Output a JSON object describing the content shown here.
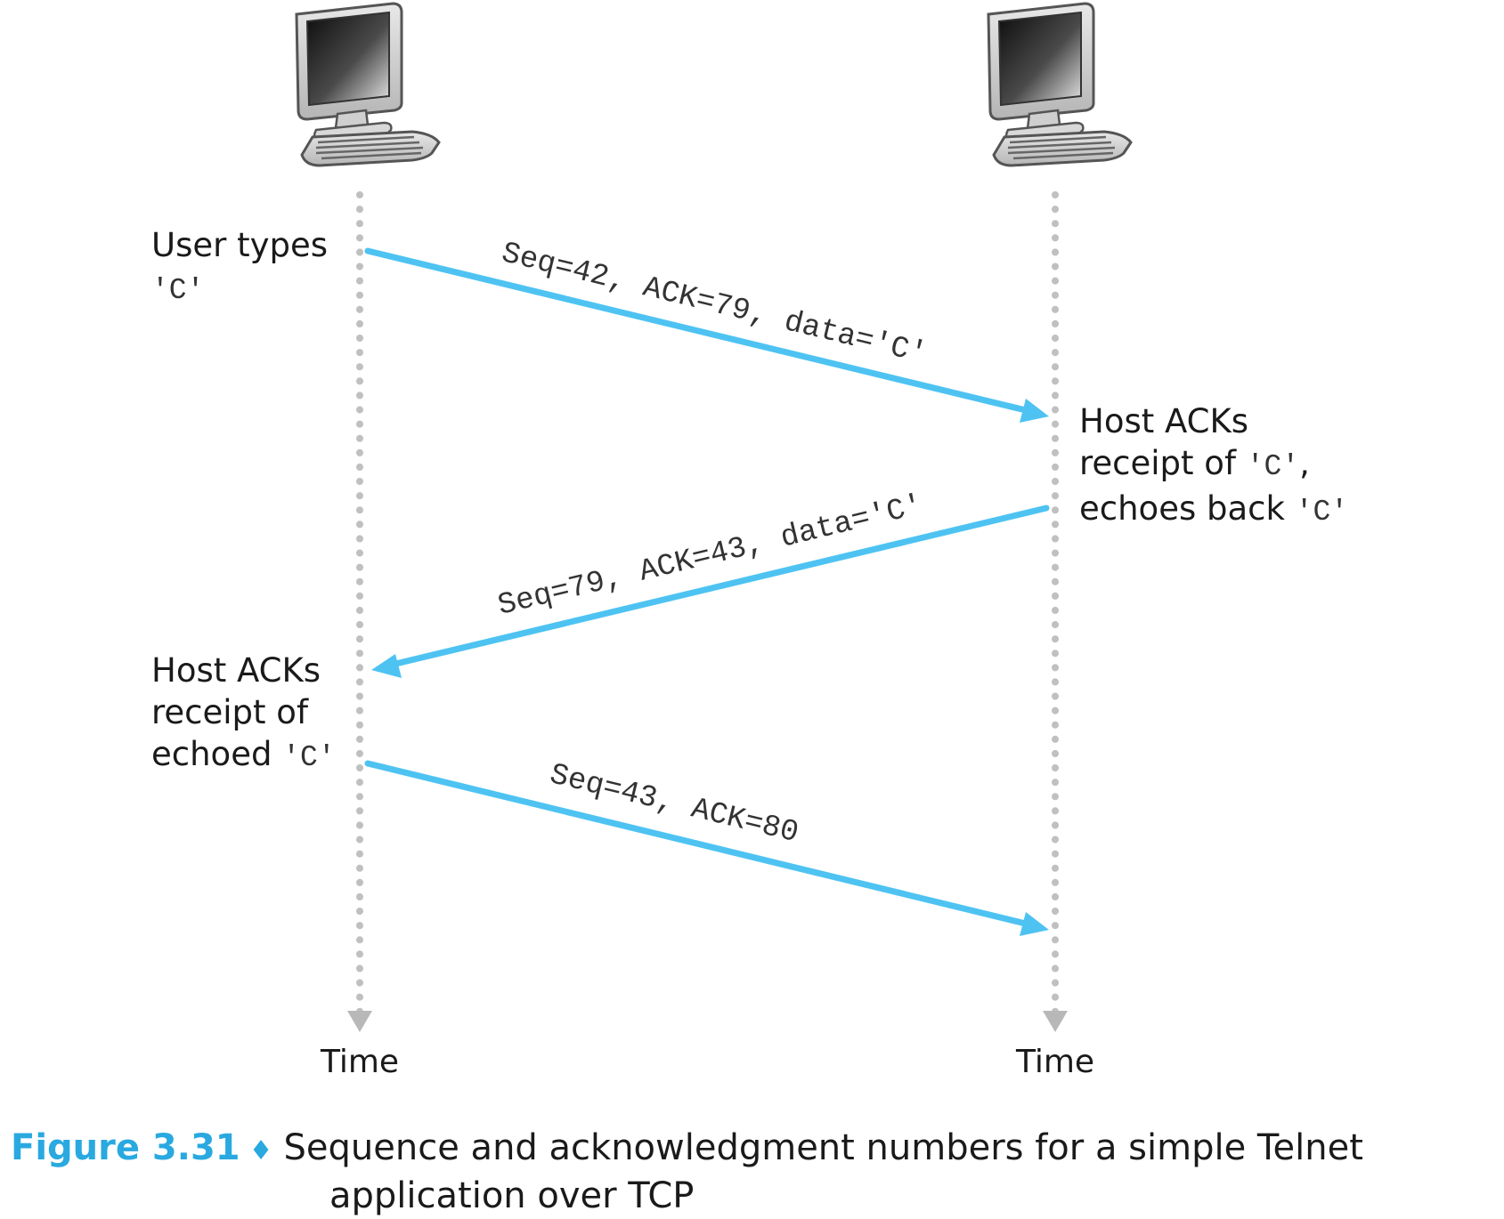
{
  "colors": {
    "arrow": "#4ec3f2",
    "timeline": "#c0c0c0",
    "accent": "#29a9e0"
  },
  "hosts": [
    {
      "icon": "computer-icon"
    },
    {
      "icon": "computer-icon"
    }
  ],
  "timelines": [
    {
      "label": "Time"
    },
    {
      "label": "Time"
    }
  ],
  "messages": [
    {
      "text": "Seq=42, ACK=79, data='C'",
      "from": "left",
      "to": "right"
    },
    {
      "text": "Seq=79, ACK=43, data='C'",
      "from": "right",
      "to": "left"
    },
    {
      "text": "Seq=43, ACK=80",
      "from": "left",
      "to": "right"
    }
  ],
  "events": {
    "user_types": {
      "line1": "User types",
      "char": "'C'"
    },
    "host_acks_right": {
      "line1": "Host ACKs",
      "line2a": "receipt of ",
      "char1": "'C'",
      "line2b": ",",
      "line3a": "echoes back ",
      "char2": "'C'"
    },
    "host_acks_left": {
      "line1": "Host ACKs",
      "line2": "receipt of",
      "line3a": "echoed ",
      "char": "'C'"
    }
  },
  "caption": {
    "figure": "Figure 3.31",
    "diamond": "♦",
    "text_line1": "Sequence and acknowledgment numbers for a simple Telnet",
    "text_line2": "application over TCP"
  }
}
